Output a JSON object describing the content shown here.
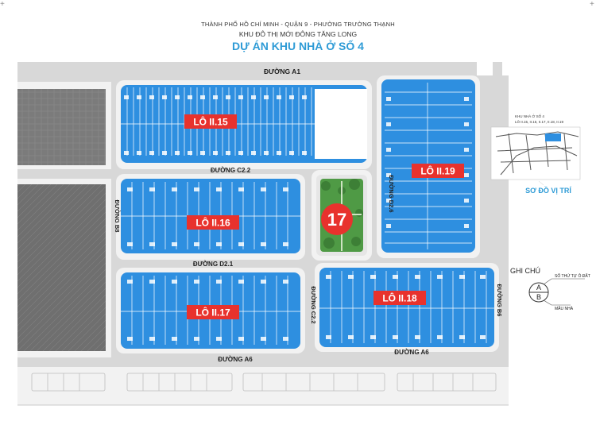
{
  "header": {
    "line1": "THÀNH PHỐ HỒ CHÍ MINH - QUẬN 9 - PHƯỜNG TRƯỜNG THẠNH",
    "line2": "KHU ĐÔ THỊ MỚI ĐÔNG TĂNG LONG",
    "title": "DỰ ÁN KHU NHÀ Ở SỐ 4"
  },
  "streets": {
    "a1": "ĐƯỜNG A1",
    "c22_h": "ĐƯỜNG C2.2",
    "d21": "ĐƯỜNG D2.1",
    "a6_left": "ĐƯỜNG A6",
    "a6_right": "ĐƯỜNG A6",
    "b8": "ĐƯỜNG B8",
    "d26": "ĐƯỜNG D2.6",
    "c22_v": "ĐƯỜNG C2.2",
    "b6": "ĐƯỜNG B6"
  },
  "lots": {
    "l15": "LÔ II.15",
    "l16": "LÔ II.16",
    "l17": "LÔ II.17",
    "l18": "LÔ II.18",
    "l19": "LÔ II.19"
  },
  "park_number": "17",
  "location_map": {
    "title": "SƠ ĐỒ VỊ TRÍ",
    "caption_line1": "KHU NHÀ Ở SỐ 4",
    "caption_line2": "LÔ II.15, II.16, II.17, II.18, II.19"
  },
  "legend": {
    "title": "GHI CHÚ",
    "symbol_top": "A",
    "symbol_bottom": "B",
    "label_top": "SỐ THỨ TỰ Ô ĐẤT",
    "label_bottom": "MẪU NHÀ"
  },
  "colors": {
    "lot_blue": "#2e8fe0",
    "lot_label_red": "#e8322d",
    "title_blue": "#2e9bd6",
    "road_gray": "#d6d6d6",
    "park_green": "#4f9a45"
  }
}
